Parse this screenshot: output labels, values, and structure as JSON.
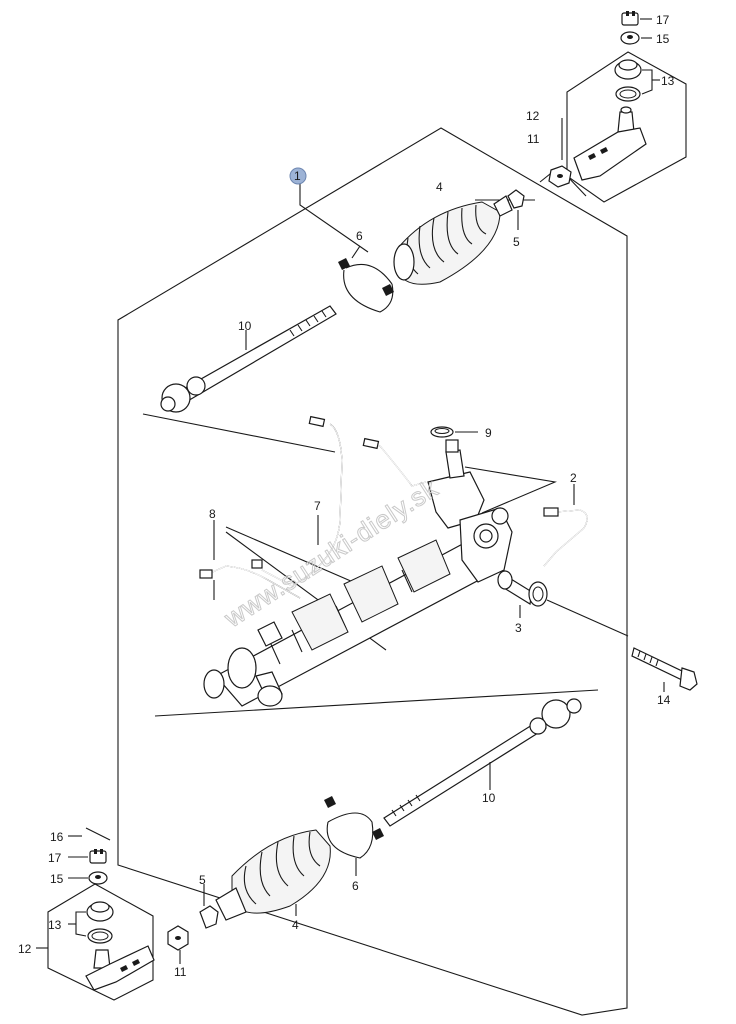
{
  "diagram": {
    "watermark": "www.suzuki-diely.sk",
    "highlight_color": "#9db3d6",
    "highlighted_label": "1",
    "labels": {
      "l1": "1",
      "l2": "2",
      "l3": "3",
      "l4a": "4",
      "l4b": "4",
      "l5a": "5",
      "l5b": "5",
      "l6a": "6",
      "l6b": "6",
      "l7": "7",
      "l8": "8",
      "l9": "9",
      "l10a": "10",
      "l10b": "10",
      "l11a": "11",
      "l11b": "11",
      "l12a": "12",
      "l12b": "12",
      "l13a": "13",
      "l13b": "13",
      "l14": "14",
      "l15a": "15",
      "l15b": "15",
      "l16": "16",
      "l17a": "17",
      "l17b": "17"
    }
  }
}
